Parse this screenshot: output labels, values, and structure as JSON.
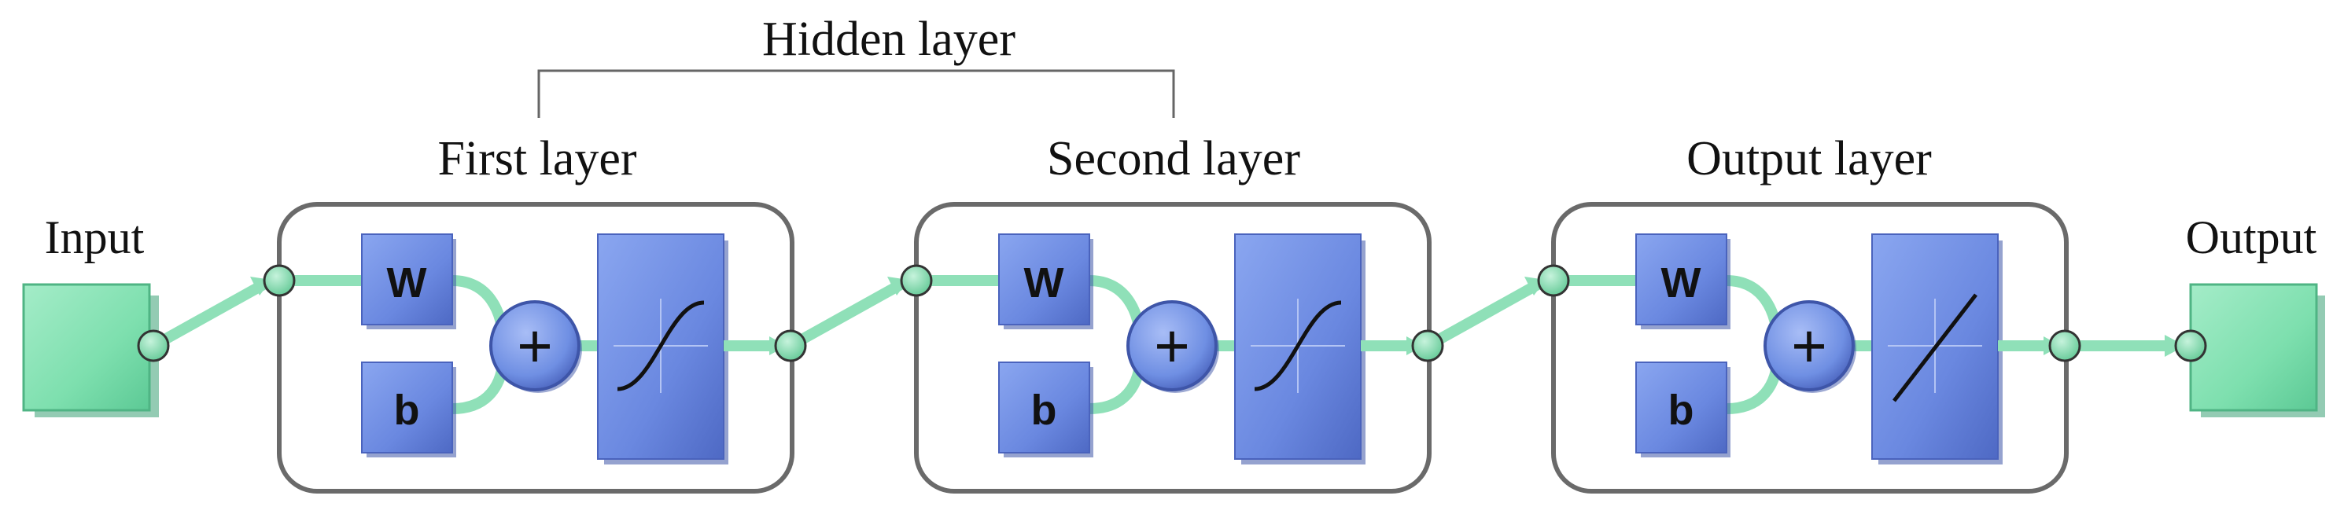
{
  "labels": {
    "hidden_layer": "Hidden layer",
    "input": "Input",
    "output": "Output"
  },
  "layers": [
    {
      "title": "First layer",
      "weight": "W",
      "bias": "b",
      "transfer": "sigmoid"
    },
    {
      "title": "Second layer",
      "weight": "W",
      "bias": "b",
      "transfer": "sigmoid"
    },
    {
      "title": "Output layer",
      "weight": "W",
      "bias": "b",
      "transfer": "linear"
    }
  ],
  "sum_symbol": "+",
  "colors": {
    "block_blue": "#6f8fe3",
    "block_dark": "#3e55a8",
    "io_green": "#7ee0b0",
    "connector_green": "#8fe0b8",
    "frame_gray": "#6a6a6a"
  }
}
